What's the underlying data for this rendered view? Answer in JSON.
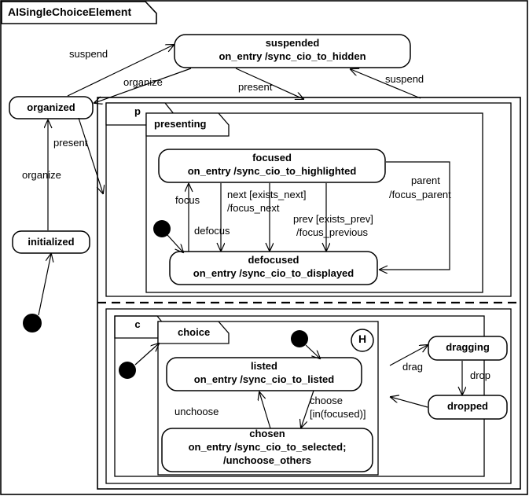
{
  "diagram": {
    "title": "AISingleChoiceElement",
    "type": "uml-state-machine"
  },
  "states": {
    "organized": {
      "name": "organized"
    },
    "initialized": {
      "name": "initialized"
    },
    "suspended": {
      "name": "suspended",
      "action": "on_entry /sync_cio_to_hidden"
    },
    "focused": {
      "name": "focused",
      "action": "on_entry /sync_cio_to_highlighted"
    },
    "defocused": {
      "name": "defocused",
      "action": "on_entry /sync_cio_to_displayed"
    },
    "listed": {
      "name": "listed",
      "action": "on_entry /sync_cio_to_listed"
    },
    "chosen": {
      "name": "chosen",
      "action": "on_entry /sync_cio_to_selected;",
      "action2": "/unchoose_others"
    },
    "dragging": {
      "name": "dragging"
    },
    "dropped": {
      "name": "dropped"
    }
  },
  "regions": {
    "p": {
      "label": "p"
    },
    "c": {
      "label": "c"
    },
    "presenting": {
      "label": "presenting"
    },
    "choice": {
      "label": "choice"
    }
  },
  "pseudostates": {
    "history": "H"
  },
  "transitions": {
    "suspend_top": "suspend",
    "organize_top": "organize",
    "present_top": "present",
    "suspend_right": "suspend",
    "present_left": "present",
    "organize_left": "organize",
    "focus": "focus",
    "defocus": "defocus",
    "next": "next [exists_next]",
    "next_action": "/focus_next",
    "prev": "prev [exists_prev]",
    "prev_action": "/focus_previous",
    "parent": "parent",
    "parent_action": "/focus_parent",
    "unchoose": "unchoose",
    "choose": "choose",
    "choose_guard": "[in(focused)]",
    "drag": "drag",
    "drop": "drop"
  },
  "colors": {
    "stroke": "#000000",
    "background": "#ffffff"
  }
}
